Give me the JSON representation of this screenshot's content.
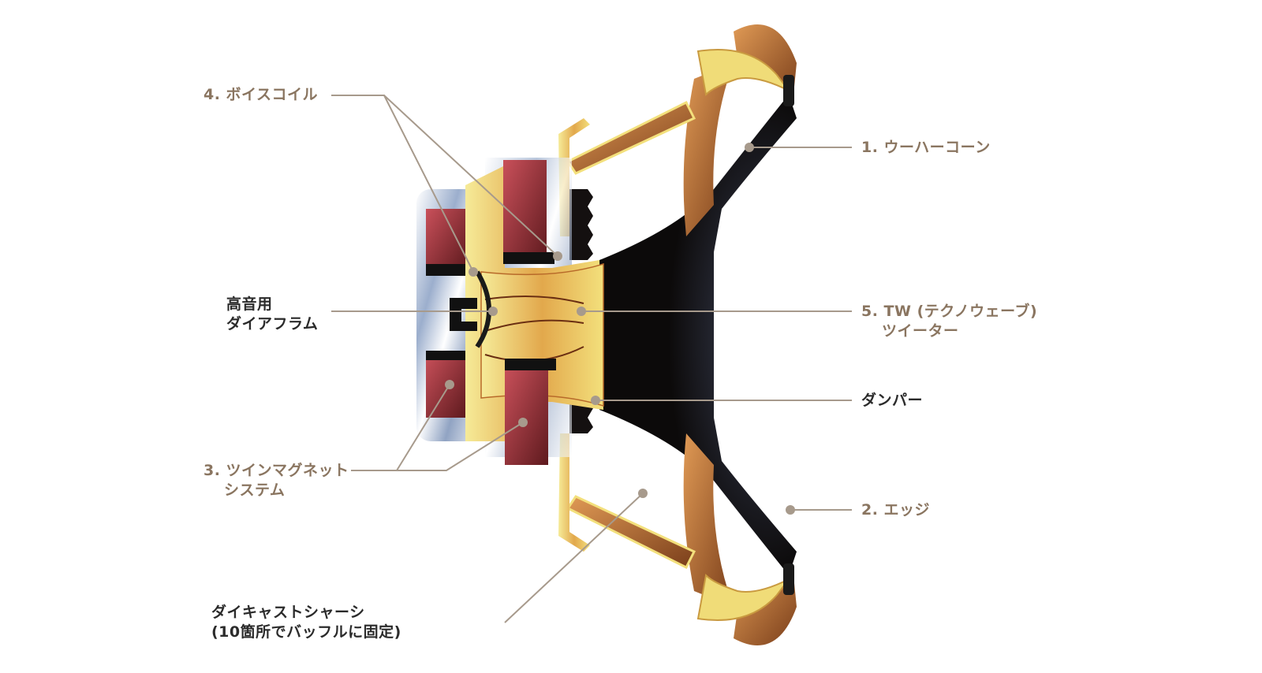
{
  "diagram": {
    "subject": "speaker cross-section",
    "colors": {
      "leader_line": "#a79a8c",
      "label_brown": "#8a7560",
      "label_dark": "#2b2b2b",
      "magnet_red": "#a83a3e",
      "gold": "#e8c860",
      "copper": "#c27a3c",
      "cone_black": "#151212",
      "steel_blue": "#9fb3cf"
    },
    "labels": {
      "voice_coil": "4. ボイスコイル",
      "woofer_cone": "1. ウーハーコーン",
      "tw_tweeter_line1": "5. TW (テクノウェーブ)",
      "tw_tweeter_line2": "ツイーター",
      "hf_diaphragm_line1": "高音用",
      "hf_diaphragm_line2": "ダイアフラム",
      "damper": "ダンパー",
      "twin_magnet_line1": "3. ツインマグネット",
      "twin_magnet_line2": "システム",
      "edge": "2. エッジ",
      "diecast_chassis_line1": "ダイキャストシャーシ",
      "diecast_chassis_line2": "(10箇所でバッフルに固定)"
    }
  }
}
